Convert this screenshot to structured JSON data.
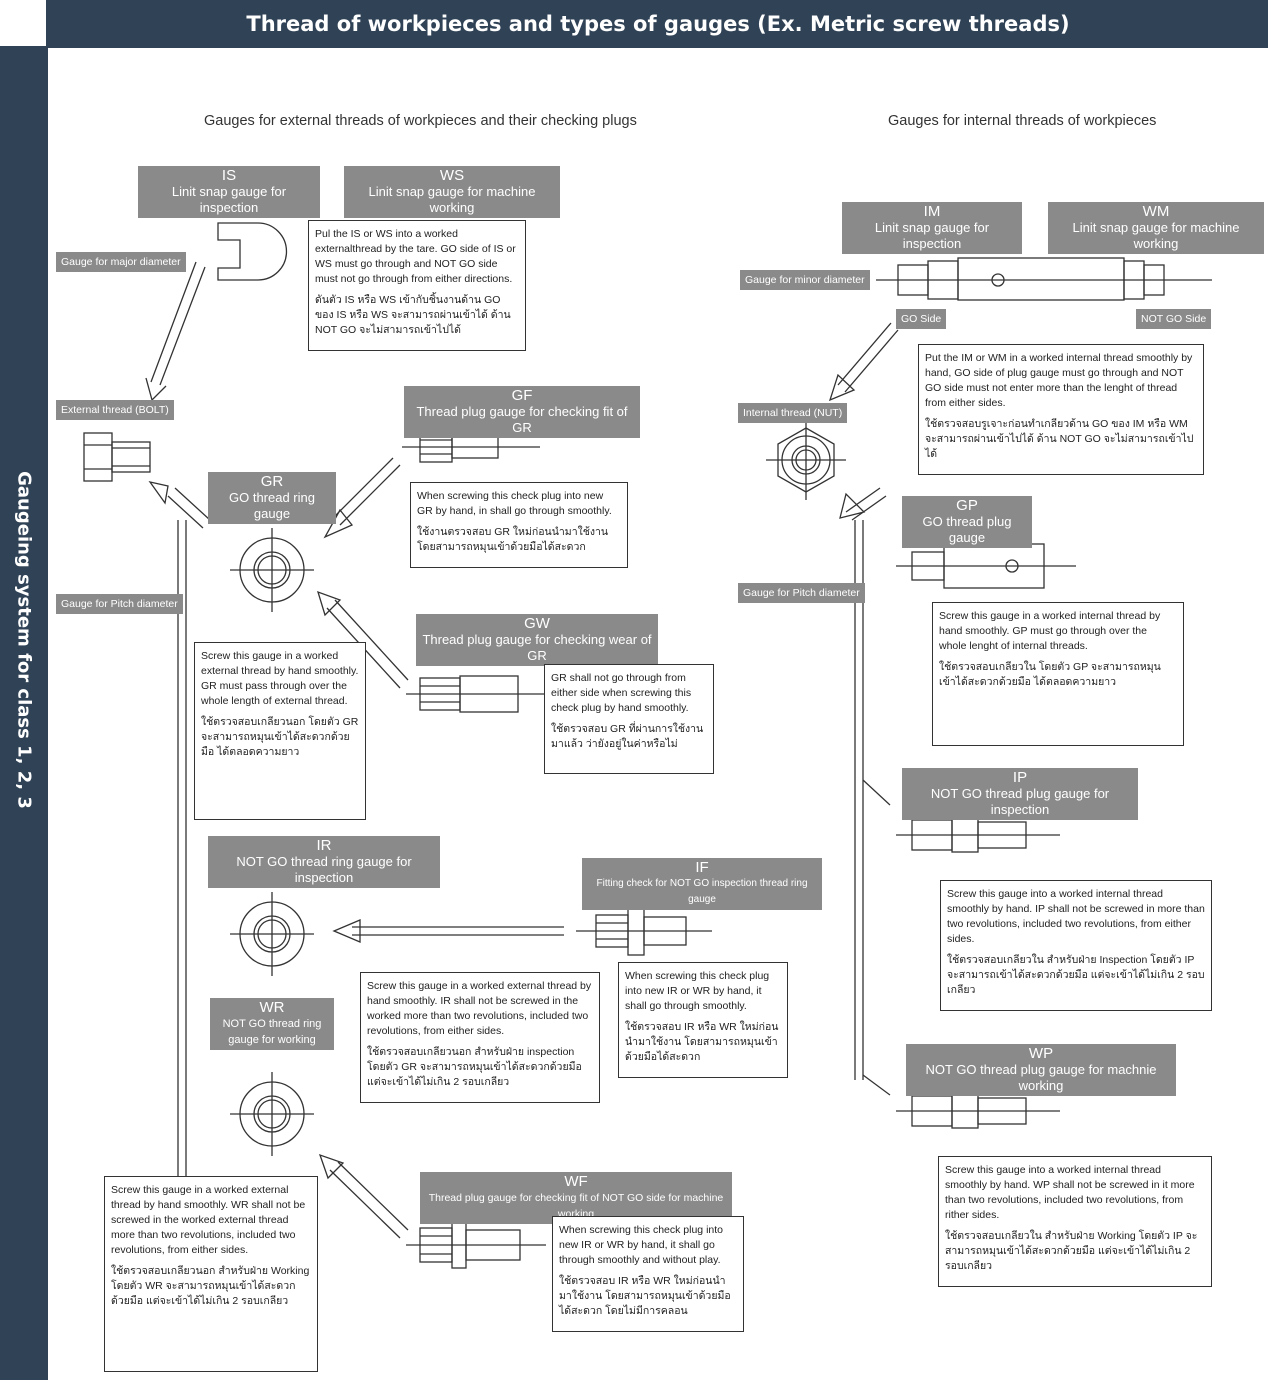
{
  "title": "Thread of workpieces and types of gauges (Ex. Metric screw threads)",
  "sidebar_text": "Gaugeing system for class 1, 2, 3",
  "section_external": "Gauges for external threads of workpieces and their checking plugs",
  "section_internal": "Gauges for internal threads of workpieces",
  "gauges": {
    "IS": {
      "code": "IS",
      "desc": "Linit snap gauge for inspection"
    },
    "WS": {
      "code": "WS",
      "desc": "Linit snap gauge for machine working"
    },
    "GF": {
      "code": "GF",
      "desc": "Thread plug gauge for checking fit of GR"
    },
    "GR": {
      "code": "GR",
      "desc": "GO thread ring gauge"
    },
    "GW": {
      "code": "GW",
      "desc": "Thread plug gauge for checking wear of GR"
    },
    "IR": {
      "code": "IR",
      "desc": "NOT GO thread ring gauge for inspection"
    },
    "IF": {
      "code": "IF",
      "desc": "Fitting check for NOT GO inspection thread ring gauge"
    },
    "WR": {
      "code": "WR",
      "desc": "NOT GO thread ring gauge for working"
    },
    "WF": {
      "code": "WF",
      "desc": "Thread plug gauge for checking fit of NOT GO side for machine working"
    },
    "IM": {
      "code": "IM",
      "desc": "Linit snap gauge for inspection"
    },
    "WM": {
      "code": "WM",
      "desc": "Linit snap gauge for machine working"
    },
    "GP": {
      "code": "GP",
      "desc": "GO thread plug gauge"
    },
    "IP": {
      "code": "IP",
      "desc": "NOT GO thread plug gauge for inspection"
    },
    "WP": {
      "code": "WP",
      "desc": "NOT GO thread plug gauge for machnie working"
    }
  },
  "labels": {
    "major_diameter": "Gauge for major diameter",
    "external_bolt": "External thread (BOLT)",
    "pitch_ext": "Gauge for Pitch diameter",
    "minor_diameter": "Gauge for minor diameter",
    "internal_nut": "Internal thread (NUT)",
    "pitch_int": "Gauge for Pitch diameter",
    "go_side": "GO Side",
    "not_go_side": "NOT GO Side"
  },
  "notes": {
    "ws_en": "Pul the IS or WS into a worked externalthread by the tare. GO side of IS or WS must go through and NOT GO side must not go through from either directions.",
    "ws_th": "ดันตัว IS หรือ WS เข้ากับชิ้นงานด้าน GO ของ IS หรือ WS จะสามารถผ่านเข้าได้ ด้าน NOT GO จะไม่สามารถเข้าไปได้",
    "gf_en": "When screwing this check plug into new GR by hand, in shall go through smoothly.",
    "gf_th": "ใช้งานตรวจสอบ GR ใหม่ก่อนนำมาใช้งาน โดยสามารถหมุนเข้าด้วยมือได้สะดวก",
    "gr_en": "Screw this gauge in a worked external thread by hand smoothly. GR must pass through over the whole length of external thread.",
    "gr_th": "ใช้ตรวจสอบเกลียวนอก โดยตัว GR จะสามารถหมุนเข้าได้สะดวกด้วยมือ ได้ตลอดความยาว",
    "gw_en": "GR shall not go through from either side when screwing this check plug by hand smoothly.",
    "gw_th": "ใช้ตรวจสอบ GR ที่ผ่านการใช้งานมาแล้ว ว่ายังอยู่ในค่าหรือไม่",
    "ir_en": "Screw this gauge in a worked external thread by hand smoothly. IR shall not be screwed in the worked more than two revolutions, included two revolutions, from either sides.",
    "ir_th": "ใช้ตรวจสอบเกลียวนอก สำหรับฝ่าย inspection โดยตัว GR จะสามารถหมุนเข้าได้สะดวกด้วยมือ แต่จะเข้าได้ไม่เกิน 2 รอบเกลียว",
    "if_en": "When screwing this check plug into new IR or WR by hand, it shall go through smoothly.",
    "if_th": "ใช้ตรวจสอบ IR หรือ WR ใหม่ก่อนนำมาใช้งาน โดยสามารถหมุนเข้าด้วยมือได้สะดวก",
    "wr_en": "Screw this gauge in a worked external thread by hand smoothly. WR shall not be screwed in the worked external thread more than two revolutions, included two revolutions, from either sides.",
    "wr_th": "ใช้ตรวจสอบเกลียวนอก สำหรับฝ่าย Working โดยตัว WR จะสามารถหมุนเข้าได้สะดวกด้วยมือ แต่จะเข้าได้ไม่เกิน 2 รอบเกลียว",
    "wf_en": "When screwing this check plug into new IR or WR by hand, it shall go through smoothly and without play.",
    "wf_th": "ใช้ตรวจสอบ IR หรือ WR ใหม่ก่อนนำมาใช้งาน โดยสามารถหมุนเข้าด้วยมือได้สะดวก โดยไม่มีการคลอน",
    "im_en": "Put the IM or WM in a worked internal thread smoothly by hand, GO side of plug gauge must go through and NOT GO side must not enter more than the lenght of thread from either sides.",
    "im_th": "ใช้ตรวจสอบรูเจาะก่อนทำเกลียวด้าน GO ของ IM หรือ WM จะสามารถผ่านเข้าไปได้ ด้าน NOT GO จะไม่สามารถเข้าไปได้",
    "gp_en": "Screw this gauge in a worked internal thread by hand smoothly. GP must go through over the whole lenght of internal threads.",
    "gp_th": "ใช้ตรวจสอบเกลียวใน โดยตัว GP จะสามารถหมุนเข้าได้สะดวกด้วยมือ ได้ตลอดความยาว",
    "ip_en": "Screw this gauge into a worked internal thread smoothly by hand. IP shall not be screwed in more than two revolutions, included two revolutions, from either sides.",
    "ip_th": "ใช้ตรวจสอบเกลียวใน สำหรับฝ่าย Inspection โดยตัว IP จะสามารถเข้าได้สะดวกด้วยมือ แต่จะเข้าได้ไม่เกิน 2 รอบเกลียว",
    "wp_en": "Screw this gauge into a worked internal thread smoothly by hand. WP shall not be screwed in it more than two revolutions, included two revolutions, from rither sides.",
    "wp_th": "ใช้ตรวจสอบเกลียวใน สำหรับฝ่าย Working โดยตัว IP จะสามารถหมุนเข้าได้สะดวกด้วยมือ แต่จะเข้าได้ไม่เกิน 2 รอบเกลียว"
  },
  "colors": {
    "header_bg": "#2f4256",
    "tag_bg": "#8a8a8a"
  }
}
